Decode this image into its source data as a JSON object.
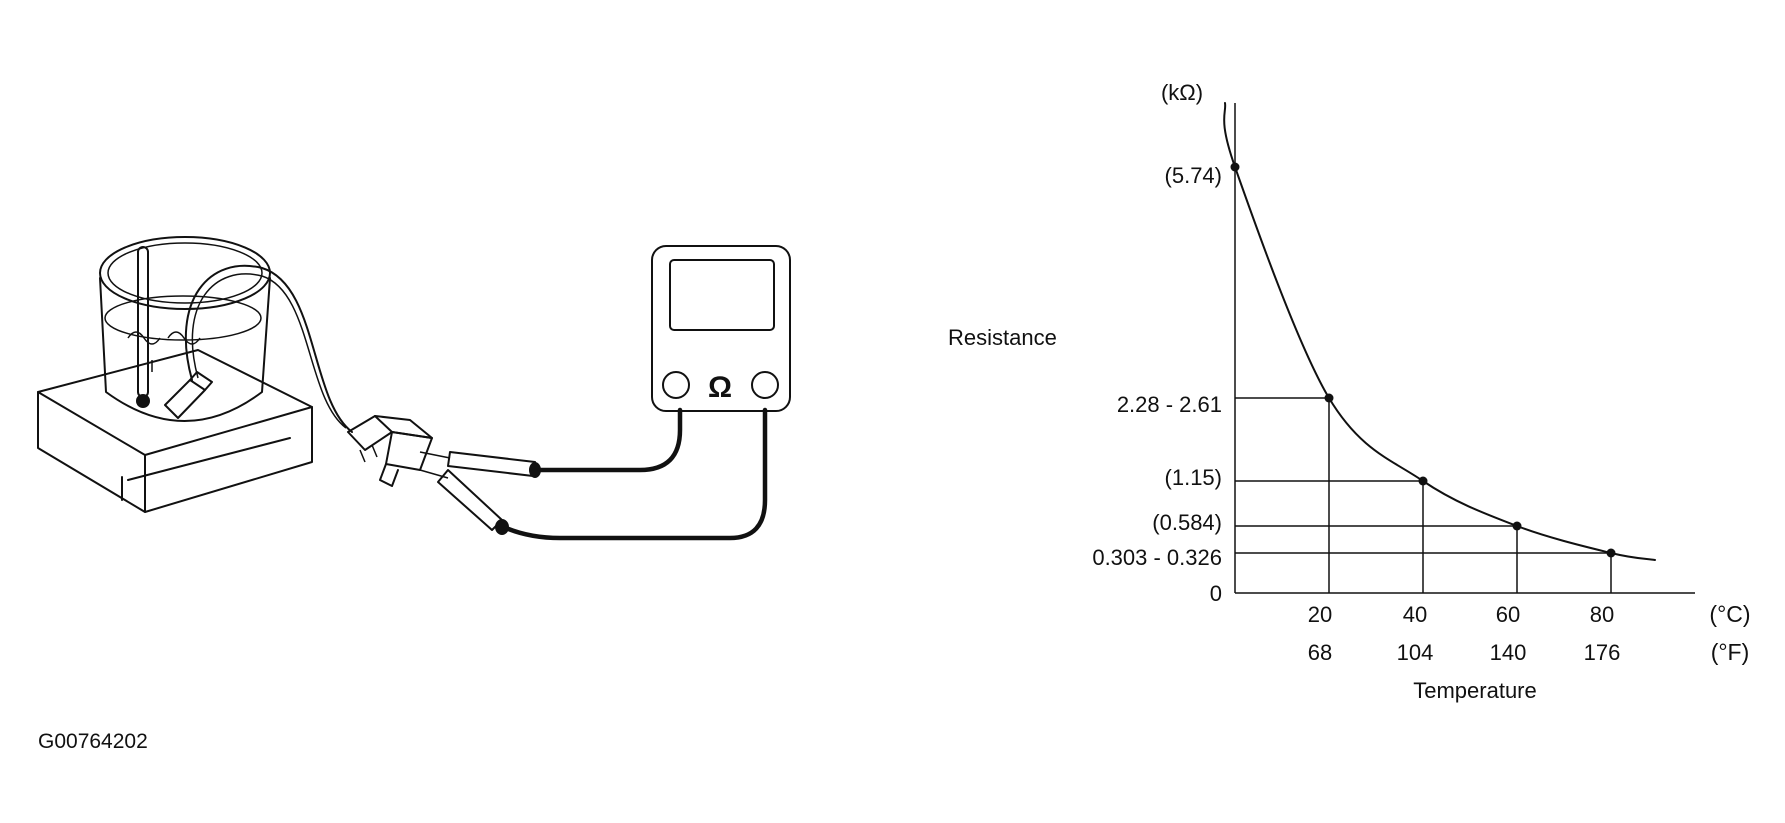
{
  "figure_id": "G00764202",
  "meter": {
    "symbol": "Ω"
  },
  "chart_data": {
    "type": "line",
    "y_unit": "(kΩ)",
    "ylabel": "Resistance",
    "xlabel": "Temperature",
    "x_unit_c": "(°C)",
    "x_unit_f": "(°F)",
    "y_origin_label": "0",
    "x_ticks_c": [
      "20",
      "40",
      "60",
      "80"
    ],
    "x_ticks_f": [
      "68",
      "104",
      "140",
      "176"
    ],
    "y_ticks": [
      "(5.74)",
      "2.28 - 2.61",
      "(1.15)",
      "(0.584)",
      "0.303 - 0.326"
    ],
    "series": [
      {
        "x": [
          0,
          20,
          40,
          60,
          80
        ],
        "y": [
          5.74,
          2.45,
          1.15,
          0.584,
          0.315
        ]
      }
    ]
  }
}
